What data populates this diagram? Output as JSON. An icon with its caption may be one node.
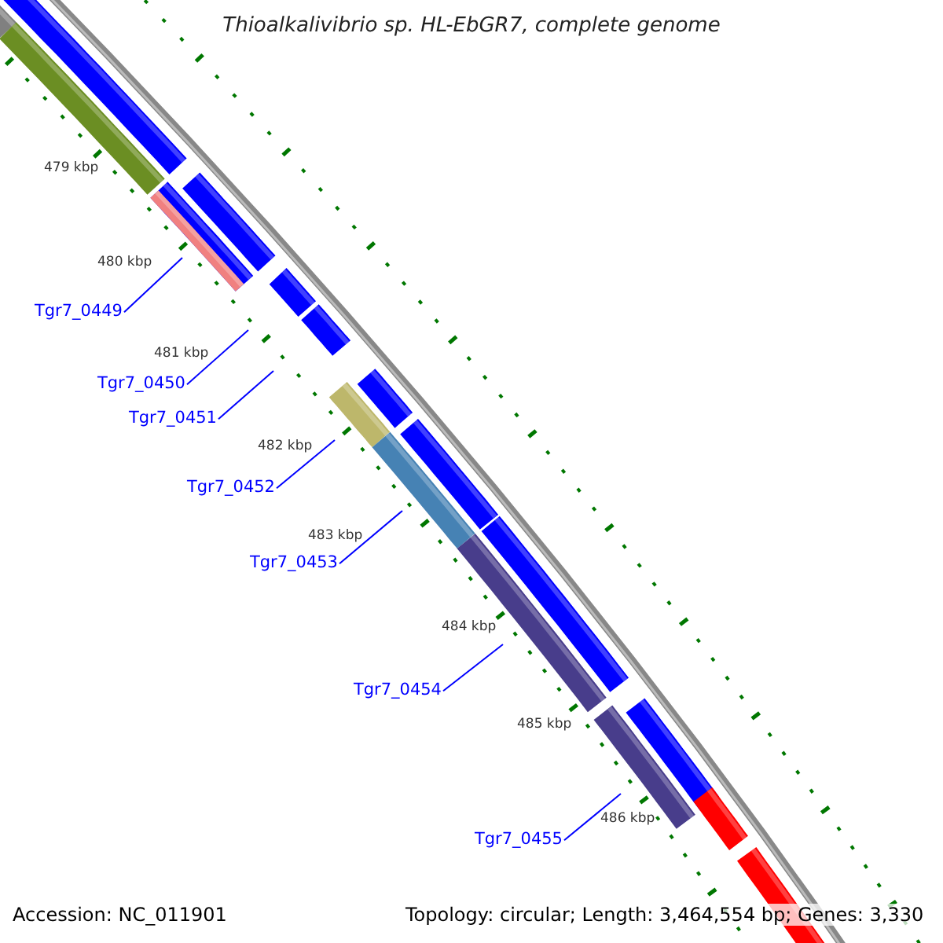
{
  "diagram": {
    "title": "Thioalkalivibrio sp. HL-EbGR7, complete genome",
    "nodes": [
      {
        "text": [
          "Tgr7_0449"
        ]
      },
      {
        "text": [
          "Tgr7_0450"
        ]
      },
      {
        "text": [
          "Tgr7_0451"
        ]
      },
      {
        "text": [
          "Tgr7_0452"
        ]
      },
      {
        "text": [
          "Tgr7_0453"
        ]
      },
      {
        "text": [
          "Tgr7_0454"
        ]
      },
      {
        "text": [
          "Tgr7_0455"
        ]
      }
    ],
    "edges": [
      {
        "from": 0,
        "to": null,
        "arrow": "none"
      },
      {
        "from": 1,
        "to": null,
        "arrow": "none"
      },
      {
        "from": 2,
        "to": null,
        "arrow": "none"
      },
      {
        "from": 3,
        "to": null,
        "arrow": "none"
      },
      {
        "from": 4,
        "to": null,
        "arrow": "none"
      },
      {
        "from": 5,
        "to": null,
        "arrow": "none"
      },
      {
        "from": 6,
        "to": null,
        "arrow": "none"
      }
    ],
    "labels": [
      "479 kbp",
      "480 kbp",
      "481 kbp",
      "482 kbp",
      "483 kbp",
      "484 kbp",
      "485 kbp",
      "486 kbp",
      "Accession: NC_011901",
      "Topology: circular; Length: 3,464,554 bp; Genes: 3,330"
    ]
  }
}
